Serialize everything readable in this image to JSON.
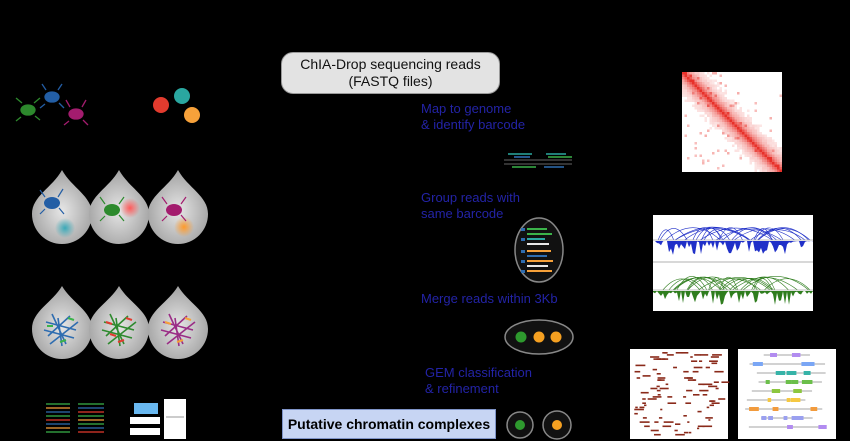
{
  "header": {
    "line1": "ChIA-Drop sequencing reads",
    "line2": "(FASTQ files)"
  },
  "steps": [
    {
      "line1": "Map to genome",
      "line2": "& identify barcode"
    },
    {
      "line1": "Group reads with",
      "line2": "same barcode"
    },
    {
      "line1": "Merge reads within 3Kb",
      "line2": ""
    },
    {
      "line1": "GEM classification",
      "line2": "& refinement"
    }
  ],
  "result_label": "Putative chromatin complexes",
  "colors": {
    "step_text": "#2323a6",
    "blue_track": "#2030c8",
    "green_track": "#2f7d1e",
    "heatmap": "#e8312a",
    "gem_green": "#2e9a2e",
    "gem_orange": "#f5a021"
  },
  "icons": [
    "bacteria-icon",
    "bead-icon",
    "droplet-icon",
    "reads-icon",
    "heatmap-icon",
    "browser-track-icon"
  ]
}
